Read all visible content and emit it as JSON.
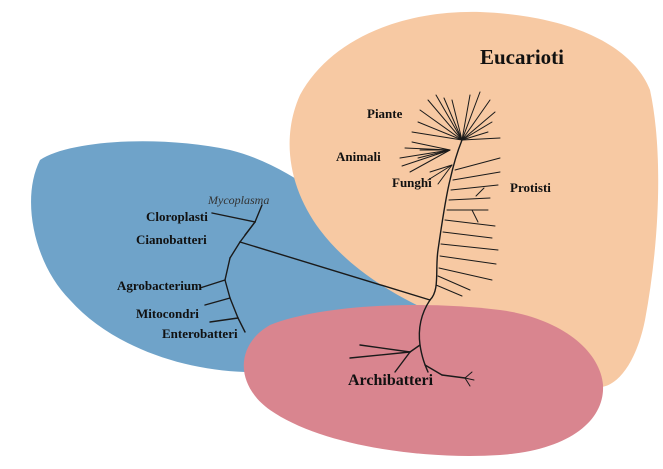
{
  "domains": {
    "eukarya": {
      "label": "Eucarioti",
      "color": "#f7c9a3"
    },
    "bacteria": {
      "label": "",
      "color": "#6fa3c9"
    },
    "archaea": {
      "label": "Archibatteri",
      "color": "#d9858f"
    }
  },
  "eukarya_groups": {
    "plants": "Piante",
    "animals": "Animali",
    "fungi": "Funghi",
    "protists": "Protisti"
  },
  "bacteria_groups": {
    "mycoplasma": "Mycoplasma",
    "chloroplasts": "Cloroplasti",
    "cyanobacteria": "Cianobatteri",
    "agrobacterium": "Agrobacterium",
    "mitochondria": "Mitocondri",
    "enterobacteria": "Enterobatteri"
  }
}
